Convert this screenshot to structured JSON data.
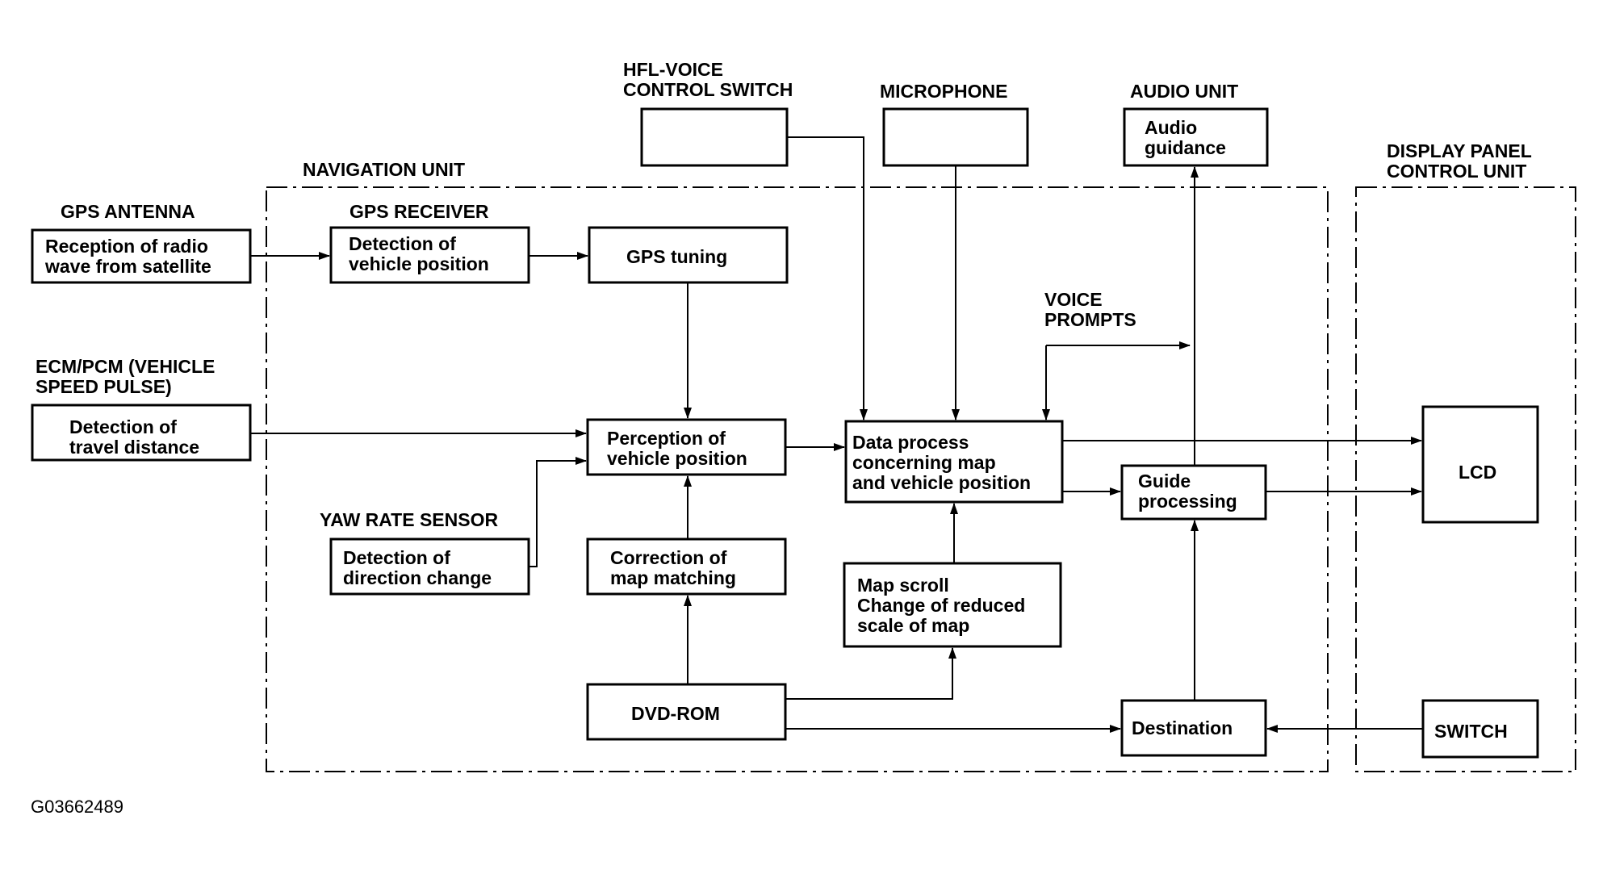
{
  "regions": {
    "navigation_unit": "NAVIGATION UNIT",
    "display_panel_1": "DISPLAY PANEL",
    "display_panel_2": "CONTROL UNIT"
  },
  "headers": {
    "gps_antenna": "GPS ANTENNA",
    "gps_receiver": "GPS RECEIVER",
    "ecm_1": "ECM/PCM (VEHICLE",
    "ecm_2": "SPEED PULSE)",
    "yaw_sensor": "YAW RATE SENSOR",
    "hfl_1": "HFL-VOICE",
    "hfl_2": "CONTROL SWITCH",
    "microphone": "MICROPHONE",
    "audio_unit": "AUDIO UNIT",
    "voice_1": "VOICE",
    "voice_2": "PROMPTS"
  },
  "boxes": {
    "reception_1": "Reception of radio",
    "reception_2": "wave from satellite",
    "detect_pos_1": "Detection of",
    "detect_pos_2": "vehicle position",
    "gps_tuning": "GPS tuning",
    "travel_1": "Detection of",
    "travel_2": "travel distance",
    "perception_1": "Perception of",
    "perception_2": "vehicle position",
    "direction_1": "Detection of",
    "direction_2": "direction change",
    "correction_1": "Correction of",
    "correction_2": "map matching",
    "data_1": "Data process",
    "data_2": "concerning map",
    "data_3": "and vehicle position",
    "scroll_1": "Map scroll",
    "scroll_2": "Change of reduced",
    "scroll_3": "scale of map",
    "dvd_rom": "DVD-ROM",
    "guide_1": "Guide",
    "guide_2": "processing",
    "destination": "Destination",
    "audio_1": "Audio",
    "audio_2": "guidance",
    "lcd": "LCD",
    "switch": "SWITCH"
  },
  "figure_id": "G03662489"
}
